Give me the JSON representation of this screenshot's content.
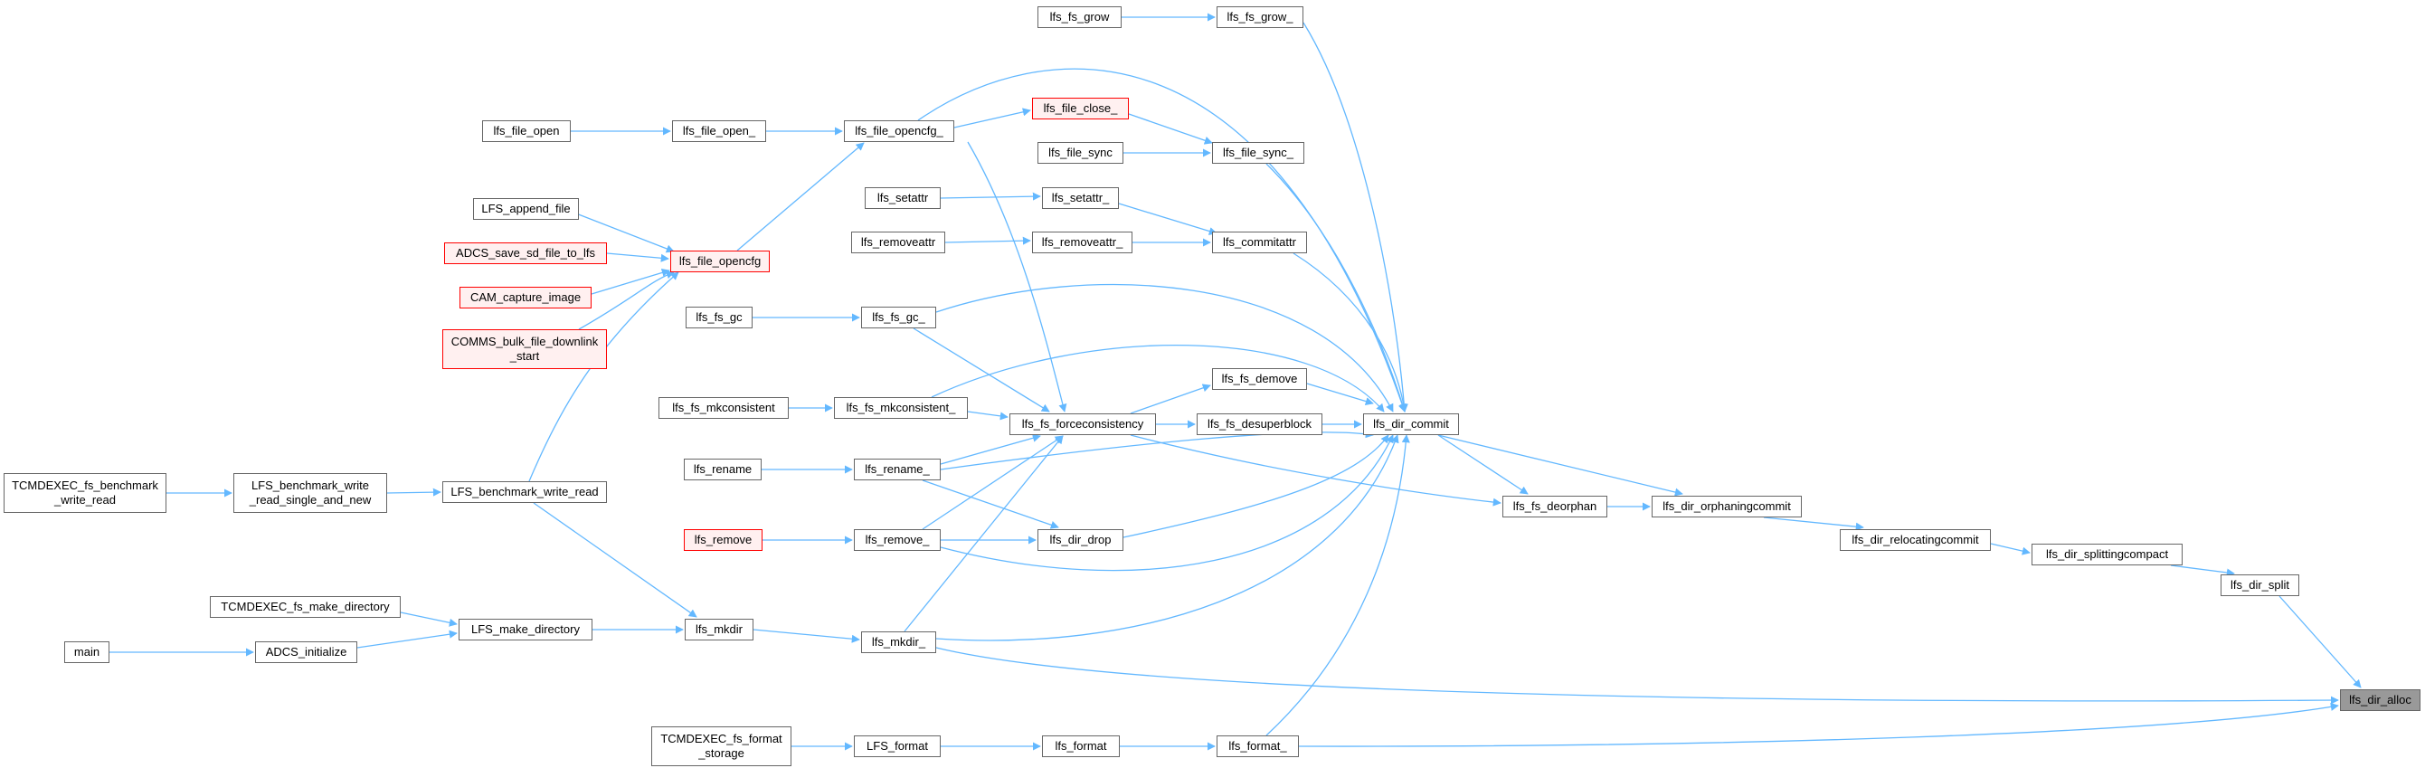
{
  "colors": {
    "edge": "#63b8ff",
    "node_border": "#666666",
    "incomplete_border": "#ff0000",
    "incomplete_fill": "#fff0f0",
    "selected_fill": "#999999"
  },
  "nodes": {
    "lfs_fs_grow": "lfs_fs_grow",
    "lfs_fs_grow_": "lfs_fs_grow_",
    "lfs_file_open": "lfs_file_open",
    "lfs_file_open_": "lfs_file_open_",
    "lfs_file_opencfg_": "lfs_file_opencfg_",
    "lfs_file_close_": "lfs_file_close_",
    "lfs_file_sync": "lfs_file_sync",
    "lfs_file_sync_": "lfs_file_sync_",
    "lfs_setattr": "lfs_setattr",
    "lfs_setattr_": "lfs_setattr_",
    "lfs_removeattr": "lfs_removeattr",
    "lfs_removeattr_": "lfs_removeattr_",
    "lfs_commitattr": "lfs_commitattr",
    "LFS_append_file": "LFS_append_file",
    "ADCS_save_sd_file_to_lfs": "ADCS_save_sd_file_to_lfs",
    "CAM_capture_image": "CAM_capture_image",
    "COMMS_bulk_file_downlink_start": "COMMS_bulk_file_downlink\n_start",
    "lfs_file_opencfg": "lfs_file_opencfg",
    "lfs_fs_gc": "lfs_fs_gc",
    "lfs_fs_gc_": "lfs_fs_gc_",
    "lfs_fs_demove": "lfs_fs_demove",
    "lfs_fs_mkconsistent": "lfs_fs_mkconsistent",
    "lfs_fs_mkconsistent_": "lfs_fs_mkconsistent_",
    "lfs_fs_forceconsistency": "lfs_fs_forceconsistency",
    "lfs_fs_desuperblock": "lfs_fs_desuperblock",
    "lfs_dir_commit": "lfs_dir_commit",
    "TCMDEXEC_fs_benchmark_write_read": "TCMDEXEC_fs_benchmark\n_write_read",
    "LFS_benchmark_write_read_single_and_new": "LFS_benchmark_write\n_read_single_and_new",
    "LFS_benchmark_write_read": "LFS_benchmark_write_read",
    "lfs_rename": "lfs_rename",
    "lfs_rename_": "lfs_rename_",
    "lfs_fs_deorphan": "lfs_fs_deorphan",
    "lfs_dir_orphaningcommit": "lfs_dir_orphaningcommit",
    "lfs_remove": "lfs_remove",
    "lfs_remove_": "lfs_remove_",
    "lfs_dir_drop": "lfs_dir_drop",
    "lfs_dir_relocatingcommit": "lfs_dir_relocatingcommit",
    "lfs_dir_splittingcompact": "lfs_dir_splittingcompact",
    "lfs_dir_split": "lfs_dir_split",
    "TCMDEXEC_fs_make_directory": "TCMDEXEC_fs_make_directory",
    "LFS_make_directory": "LFS_make_directory",
    "lfs_mkdir": "lfs_mkdir",
    "main": "main",
    "ADCS_initialize": "ADCS_initialize",
    "lfs_mkdir_": "lfs_mkdir_",
    "lfs_dir_alloc": "lfs_dir_alloc",
    "TCMDEXEC_fs_format_storage": "TCMDEXEC_fs_format\n_storage",
    "LFS_format": "LFS_format",
    "lfs_format": "lfs_format",
    "lfs_format_": "lfs_format_"
  }
}
